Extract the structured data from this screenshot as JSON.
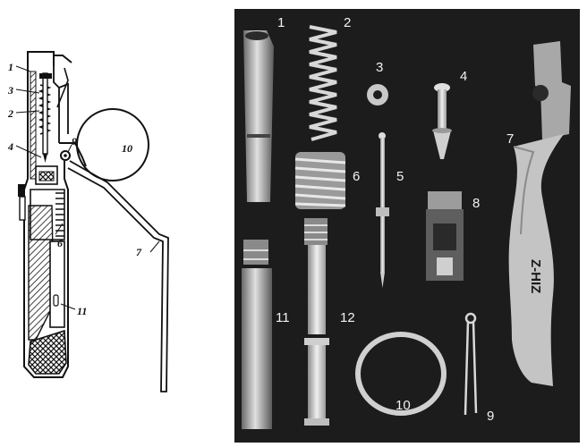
{
  "drawing_labels": [
    {
      "id": "d1",
      "text": "1"
    },
    {
      "id": "d2",
      "text": "3"
    },
    {
      "id": "d3",
      "text": "2"
    },
    {
      "id": "d4",
      "text": "4"
    },
    {
      "id": "d5",
      "text": "9"
    },
    {
      "id": "d6",
      "text": "10"
    },
    {
      "id": "d7",
      "text": "6"
    },
    {
      "id": "d8",
      "text": "7"
    },
    {
      "id": "d9",
      "text": "11"
    }
  ],
  "photo_labels": [
    {
      "id": "p1",
      "text": "1"
    },
    {
      "id": "p2",
      "text": "2"
    },
    {
      "id": "p3",
      "text": "3"
    },
    {
      "id": "p4",
      "text": "4"
    },
    {
      "id": "p5",
      "text": "5"
    },
    {
      "id": "p6",
      "text": "6"
    },
    {
      "id": "p7",
      "text": "7"
    },
    {
      "id": "p8",
      "text": "8"
    },
    {
      "id": "p9",
      "text": "9"
    },
    {
      "id": "p10",
      "text": "10"
    },
    {
      "id": "p11",
      "text": "11"
    },
    {
      "id": "p12",
      "text": "12"
    }
  ],
  "lever_marking": "Z-HIZ",
  "colors": {
    "ink": "#111111",
    "photo_bg": "#1c1c1c",
    "metal": "#bdbdbd"
  }
}
